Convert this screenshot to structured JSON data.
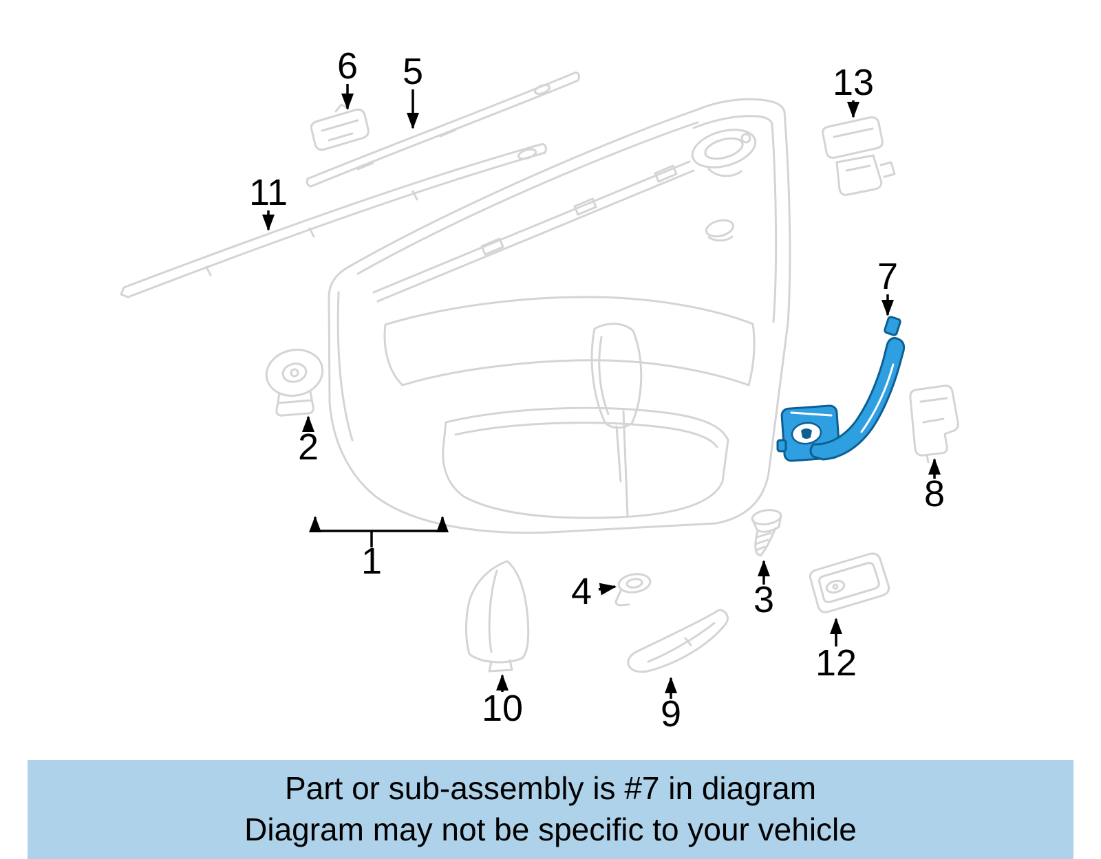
{
  "colors": {
    "bg": "#ffffff",
    "line-art": "#d4d4d4",
    "highlight-fill": "#2e9fe0",
    "highlight-stroke": "#0d5e91",
    "arrow": "#000000",
    "banner-bg": "#aed2ea",
    "text": "#000000"
  },
  "diagram": {
    "highlighted_part": "7",
    "callouts": [
      "1",
      "2",
      "3",
      "4",
      "5",
      "6",
      "7",
      "8",
      "9",
      "10",
      "11",
      "12",
      "13"
    ]
  },
  "banner": {
    "line1": "Part or sub-assembly is #7 in diagram",
    "line2": "Diagram may not be specific to your vehicle"
  }
}
